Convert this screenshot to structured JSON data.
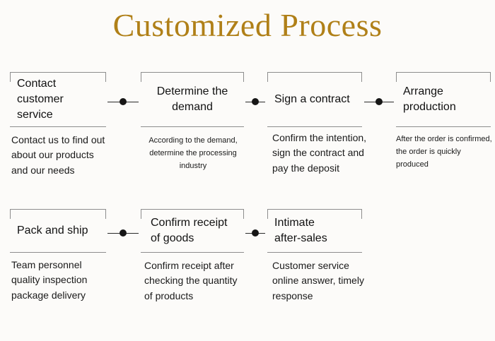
{
  "title": "Customized Process",
  "theme": {
    "background": "#FCFBF9",
    "title_color": "#B08018",
    "box_border_color": "#8D8D8D",
    "connector_color": "#161616",
    "text_color": "#1A1A1A"
  },
  "rows": [
    {
      "id": "row-1",
      "steps": [
        {
          "id": "step-contact-customer-service",
          "title": "Contact\ncustomer service",
          "description": "Contact us to find out about our products and our needs",
          "title_align": "left",
          "desc_size": "normal"
        },
        {
          "id": "step-determine-the-demand",
          "title": "Determine the\ndemand",
          "description": "According to the demand, determine the processing industry",
          "title_align": "center",
          "desc_size": "small"
        },
        {
          "id": "step-sign-a-contract",
          "title": "Sign a contract",
          "description": "Confirm the intention, sign the contract and pay the deposit",
          "title_align": "left",
          "desc_size": "normal"
        },
        {
          "id": "step-arrange-production",
          "title": "Arrange\nproduction",
          "description": "After the order is confirmed, the order is quickly produced",
          "title_align": "left",
          "desc_size": "small"
        }
      ],
      "connectors": [
        {
          "id": "connector-1-2",
          "icon": "line-with-dot-connector"
        },
        {
          "id": "connector-2-3",
          "icon": "line-with-dot-connector"
        },
        {
          "id": "connector-3-4",
          "icon": "line-with-dot-connector"
        }
      ]
    },
    {
      "id": "row-2",
      "steps": [
        {
          "id": "step-pack-and-ship",
          "title": "Pack and ship",
          "description": "Team personnel quality inspection package delivery",
          "title_align": "left",
          "desc_size": "normal"
        },
        {
          "id": "step-confirm-receipt-of-goods",
          "title": "Confirm receipt\nof goods",
          "description": "Confirm receipt after checking the quantity of products",
          "title_align": "left",
          "desc_size": "normal"
        },
        {
          "id": "step-intimate-after-sales",
          "title": "Intimate\nafter-sales",
          "description": "Customer service online answer, timely response",
          "title_align": "left",
          "desc_size": "normal"
        }
      ],
      "connectors": [
        {
          "id": "connector-5-6",
          "icon": "line-with-dot-connector"
        },
        {
          "id": "connector-6-7",
          "icon": "line-with-dot-connector"
        }
      ]
    }
  ]
}
